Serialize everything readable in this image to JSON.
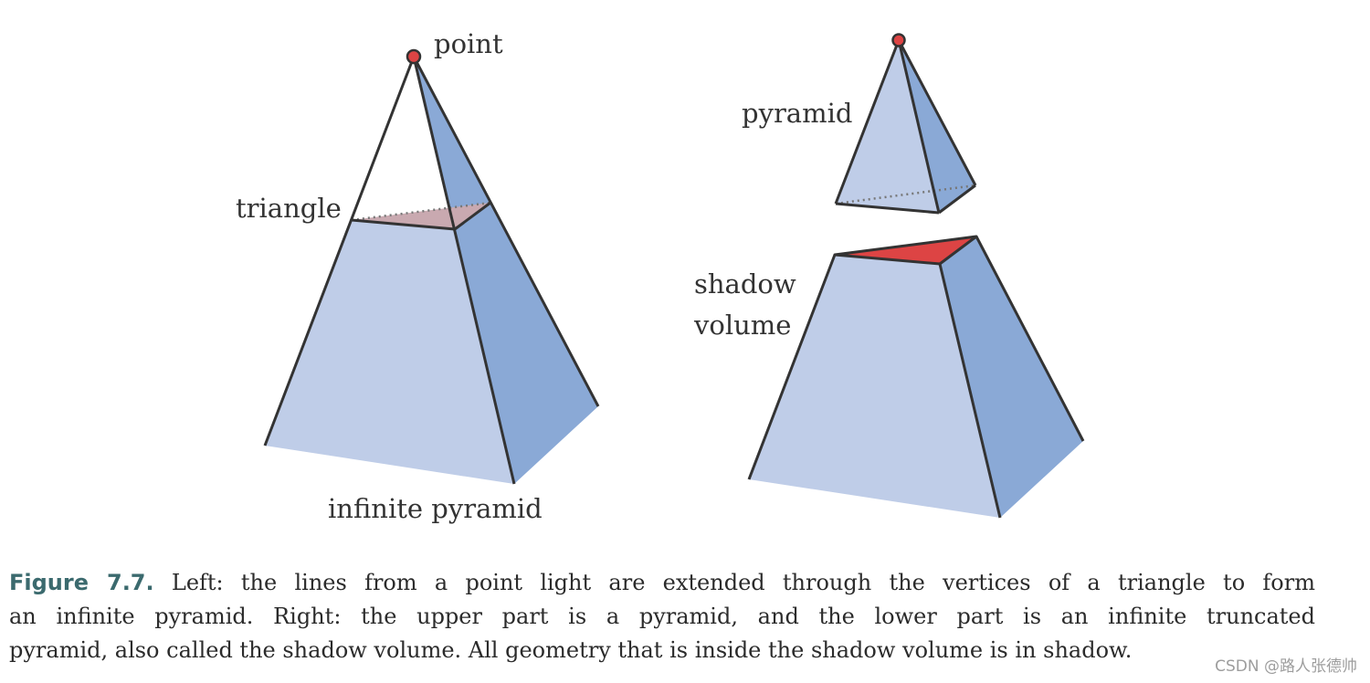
{
  "figure": {
    "labels": {
      "point": "point",
      "triangle": "triangle",
      "infinite_pyramid": "infinite pyramid",
      "pyramid": "pyramid",
      "shadow": "shadow",
      "volume": "volume"
    },
    "colors": {
      "face_light": "#bfcde8",
      "face_dark": "#8aa9d6",
      "triangle_fill": "#c9a9b0",
      "shadow_cap": "#dd4444",
      "point_light": "#dd4444",
      "edge": "#333333"
    }
  },
  "caption": {
    "figure_label": "Figure 7.7.",
    "line1": "Left: the lines from a point light are extended through the vertices of a triangle to form",
    "line2": "an infinite pyramid. Right: the upper part is a pyramid, and the lower part is an infinite truncated",
    "line3": "pyramid, also called the shadow volume. All geometry that is inside the shadow volume is in shadow."
  },
  "watermark": "CSDN @路人张德帅"
}
